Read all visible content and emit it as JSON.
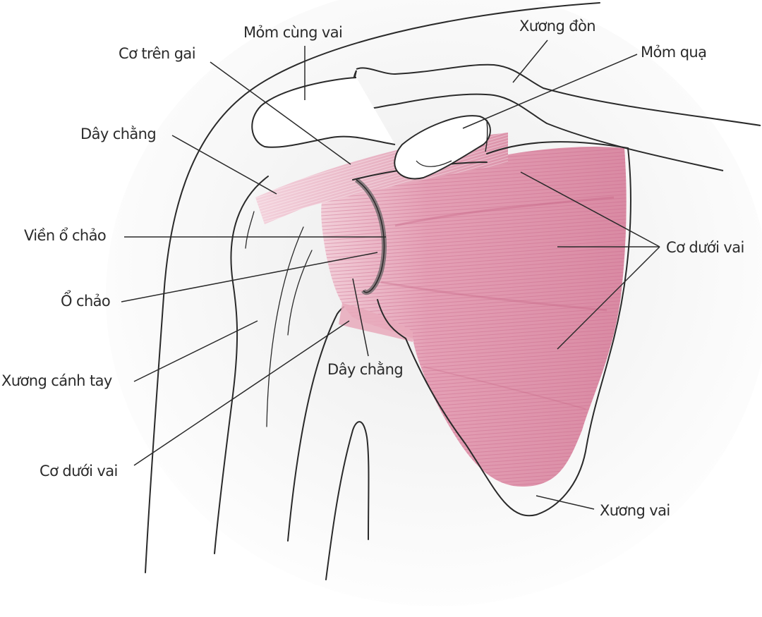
{
  "diagram": {
    "type": "anatomical-illustration",
    "subject": "shoulder joint, anterior view",
    "colors": {
      "muscle": "#d98aa3",
      "muscle_light": "#f0c4d1",
      "muscle_fiber": "#c45f80",
      "outline": "#2a2a2a",
      "shadow": "#f1f1f1",
      "labrum": "#6a6a6a"
    },
    "labels": {
      "acromion": "Mỏm cùng vai",
      "supraspinatus": "Cơ trên gai",
      "clavicle": "Xương đòn",
      "coracoid": "Mỏm quạ",
      "ligament_upper": "Dây chằng",
      "labrum": "Viền ổ chảo",
      "glenoid": "Ổ chảo",
      "humerus": "Xương cánh tay",
      "subscapularis_left": "Cơ dưới vai",
      "ligament_lower": "Dây chằng",
      "subscapularis_right": "Cơ dưới vai",
      "scapula": "Xương vai"
    }
  }
}
